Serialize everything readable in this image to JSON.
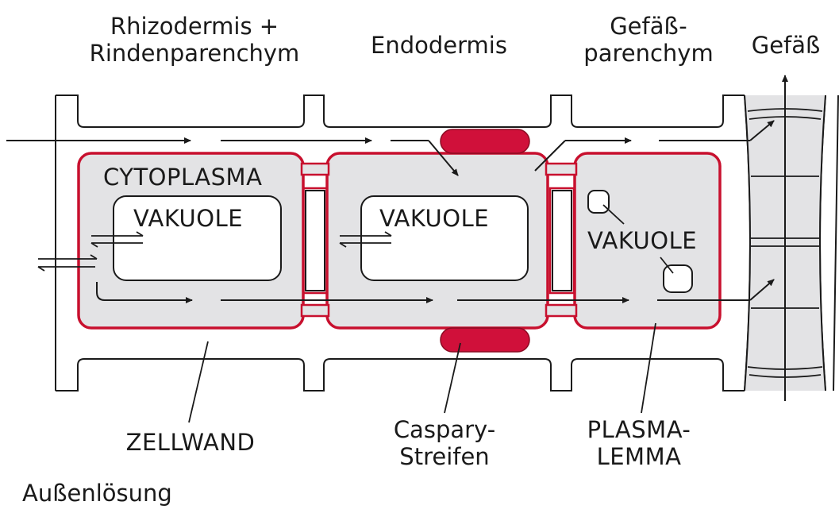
{
  "colors": {
    "cell_fill": "#e3e3e5",
    "plasmalemma": "#c8102e",
    "casparian_strip": "#d0103a",
    "wall_stroke": "#1a1a1a",
    "arrow": "#1a1a1a"
  },
  "headers": {
    "rhizodermis": [
      "Rhizodermis +",
      "Rindenparenchym"
    ],
    "endodermis": "Endodermis",
    "gefaessparenchym": [
      "Gefäß-",
      "parenchym"
    ],
    "gefaess": "Gefäß"
  },
  "labels": {
    "cytoplasma": "CYTOPLASMA",
    "vakuole_1": "VAKUOLE",
    "vakuole_2": "VAKUOLE",
    "vakuole_3": "VAKUOLE",
    "zellwand": "ZELLWAND",
    "caspary": [
      "Caspary-",
      "Streifen"
    ],
    "plasmalemma": [
      "PLASMA-",
      "LEMMA"
    ],
    "aussenloesung": "Außenlösung"
  }
}
